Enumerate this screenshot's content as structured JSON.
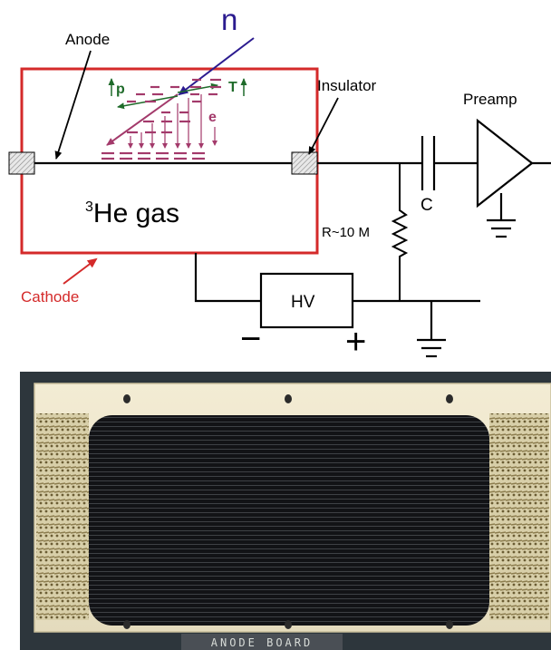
{
  "diagram": {
    "neutron_label": "n",
    "anode_label": "Anode",
    "insulator_label": "Insulator",
    "preamp_label": "Preamp",
    "gas_mass_number": "3",
    "gas_label": "He gas",
    "cathode_label": "Cathode",
    "capacitor_label": "C",
    "resistor_label": "R~10 M",
    "hv_label": "HV",
    "minus_sign": "−",
    "plus_sign": "+",
    "proton_label": "p",
    "triton_label": "T",
    "electron_label": "e",
    "colors": {
      "cathode": "#d42a2a",
      "neutron": "#2b1b8f",
      "ionization": "#a33a6b",
      "particle_label": "#1f6b2a",
      "wire": "#000000"
    }
  },
  "photo": {
    "board_label": "ANODE BOARD"
  }
}
